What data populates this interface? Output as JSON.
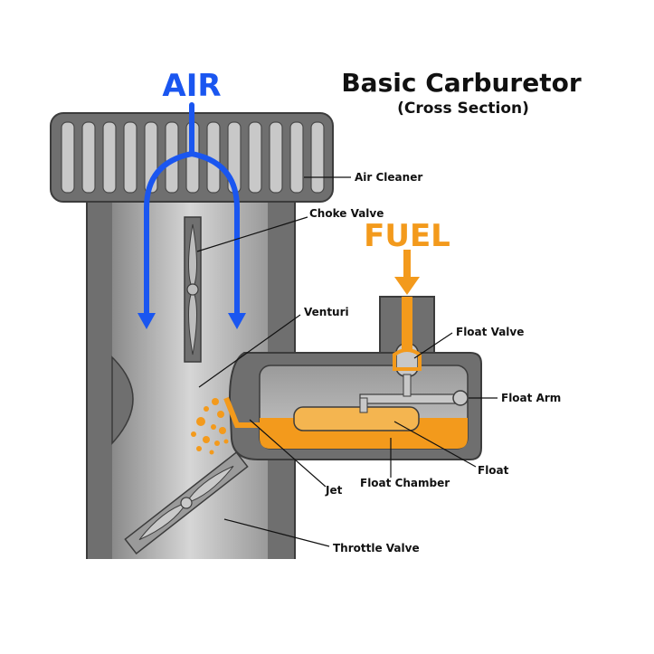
{
  "title": "Basic Carburetor",
  "subtitle": "(Cross Section)",
  "flows": {
    "air": {
      "label": "AIR",
      "color": "#1a56f0"
    },
    "fuel": {
      "label": "FUEL",
      "color": "#f39a1c"
    }
  },
  "colors": {
    "body": "#6f6f6f",
    "body_dark": "#555555",
    "bore_light": "#d8d8d8",
    "outline": "#3c3c3c"
  },
  "labels": {
    "air_cleaner": "Air Cleaner",
    "choke_valve": "Choke Valve",
    "venturi": "Venturi",
    "float_valve": "Float Valve",
    "float_arm": "Float Arm",
    "float": "Float",
    "float_chamber": "Float Chamber",
    "jet": "Jet",
    "throttle_valve": "Throttle Valve"
  }
}
